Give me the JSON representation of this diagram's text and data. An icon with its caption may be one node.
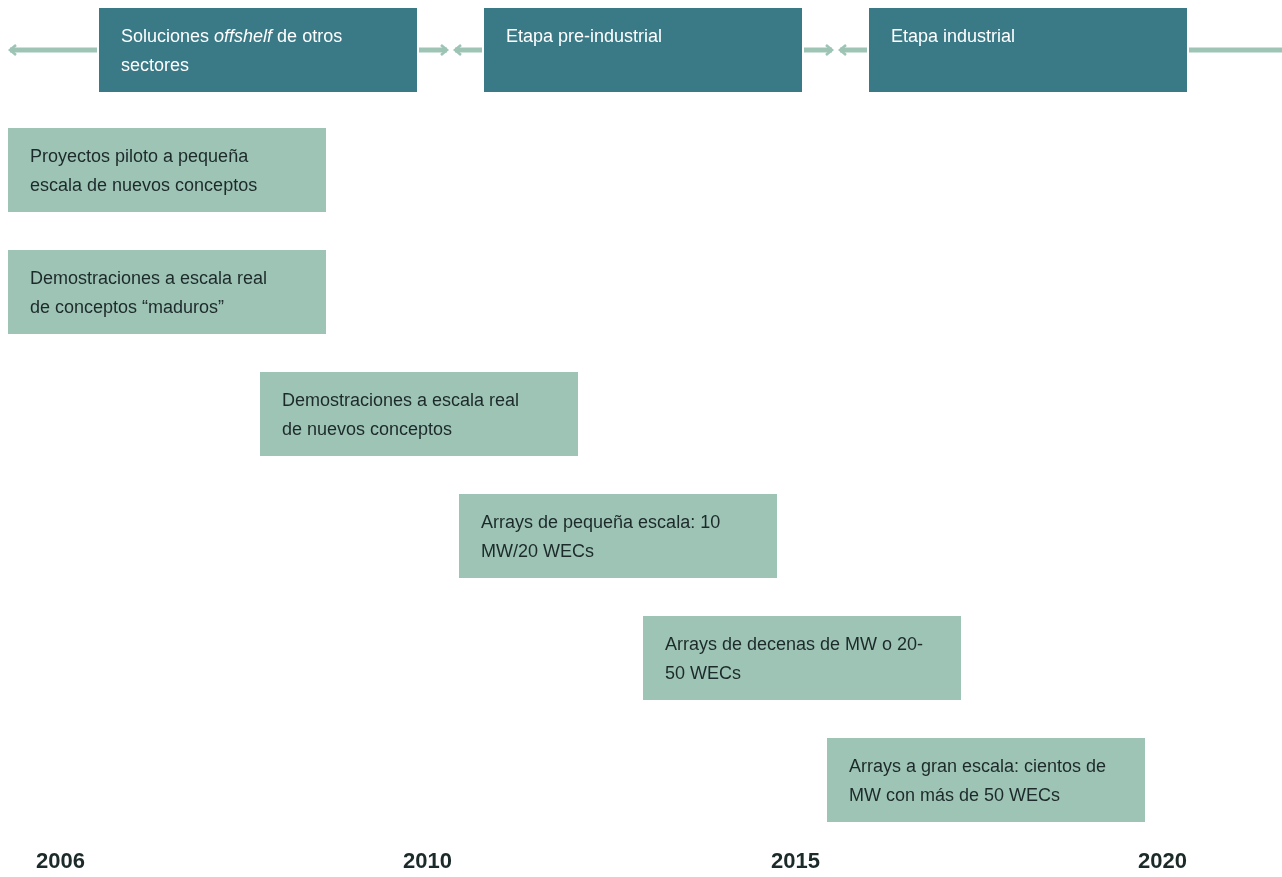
{
  "diagram": {
    "nodes": [
      {
        "text": [
          "Soluciones *offshelf* de otros sectores"
        ]
      },
      {
        "text": [
          "Etapa pre-industrial"
        ]
      },
      {
        "text": [
          "Etapa industrial"
        ]
      },
      {
        "text": [
          "Proyectos piloto a pequeña escala de nuevos conceptos"
        ]
      },
      {
        "text": [
          "Demostraciones a escala real de conceptos “maduros”"
        ]
      },
      {
        "text": [
          "Demostraciones a escala real de nuevos conceptos"
        ]
      },
      {
        "text": [
          "Arrays de pequeña escala: 10 MW/20 WECs"
        ]
      },
      {
        "text": [
          "Arrays de decenas de MW o 20-50 WECs"
        ]
      },
      {
        "text": [
          "Arrays a gran escala: cientos de MW con más de 50 WECs"
        ]
      }
    ],
    "edges": [
      {
        "from": 0,
        "to": null,
        "arrow": "to"
      },
      {
        "from": 0,
        "to": 1,
        "arrow": "to"
      },
      {
        "from": 1,
        "to": 0,
        "arrow": "to"
      },
      {
        "from": 1,
        "to": 2,
        "arrow": "to"
      },
      {
        "from": 2,
        "to": 1,
        "arrow": "to"
      },
      {
        "from": 2,
        "to": null,
        "arrow": "none"
      }
    ],
    "labels": [
      "2006",
      "2010",
      "2015",
      "2020"
    ]
  }
}
